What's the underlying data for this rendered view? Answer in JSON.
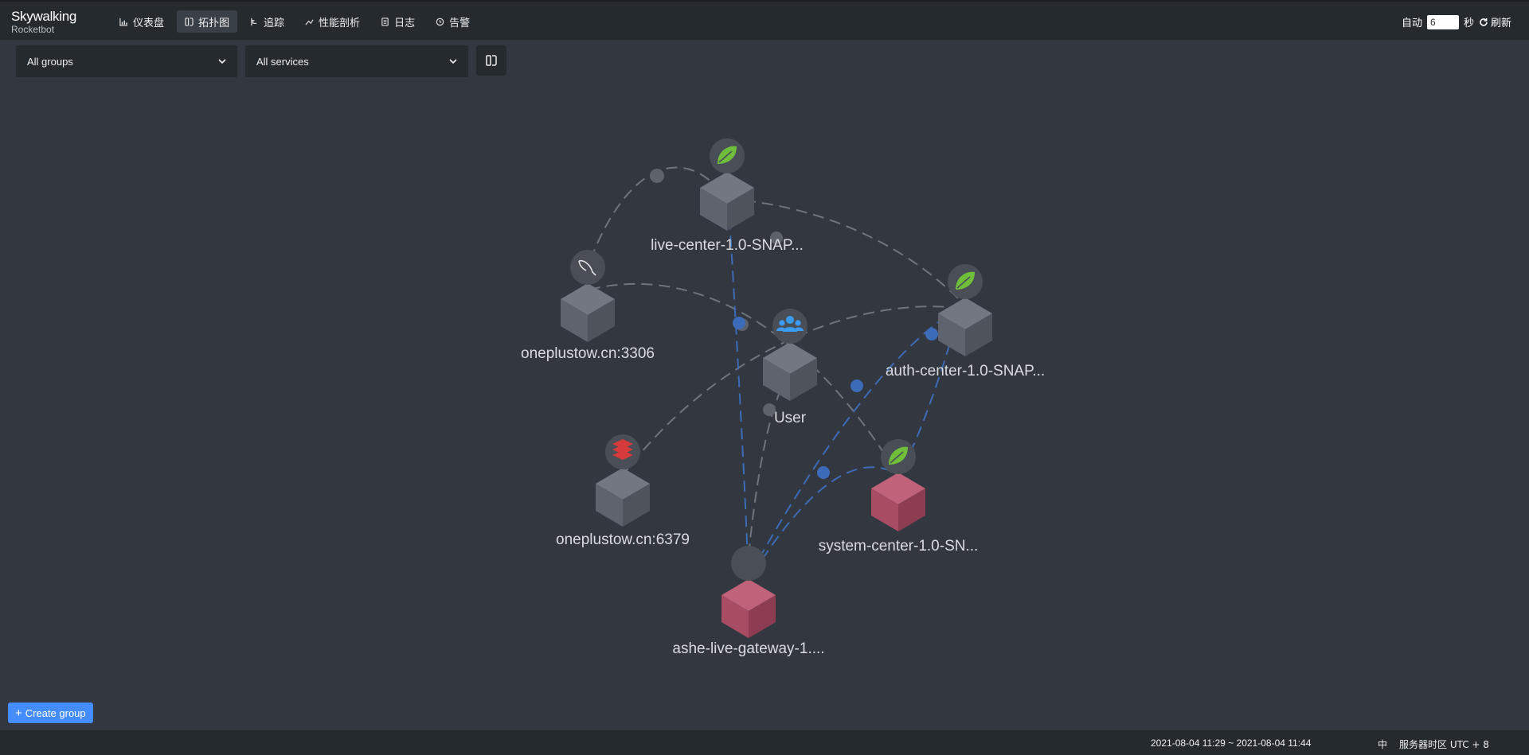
{
  "app": {
    "brand": "Skywalking",
    "sub": "Rocketbot"
  },
  "nav": [
    {
      "label": "仪表盘",
      "icon": "dashboard-icon"
    },
    {
      "label": "拓扑图",
      "icon": "topology-icon",
      "active": true
    },
    {
      "label": "追踪",
      "icon": "trace-icon"
    },
    {
      "label": "性能剖析",
      "icon": "profile-icon"
    },
    {
      "label": "日志",
      "icon": "log-icon"
    },
    {
      "label": "告警",
      "icon": "alarm-icon"
    }
  ],
  "refresh": {
    "auto_label": "自动",
    "interval_value": "6",
    "unit_label": "秒",
    "refresh_label": "刷新"
  },
  "filters": {
    "group_value": "All groups",
    "service_value": "All services"
  },
  "topology": {
    "nodes": [
      {
        "id": "live",
        "label": "live-center-1.0-SNAP...",
        "type": "spring",
        "healthy": true
      },
      {
        "id": "mysql",
        "label": "oneplustow.cn:3306",
        "type": "mysql",
        "healthy": true
      },
      {
        "id": "auth",
        "label": "auth-center-1.0-SNAP...",
        "type": "spring",
        "healthy": true
      },
      {
        "id": "user",
        "label": "User",
        "type": "user",
        "healthy": true
      },
      {
        "id": "redis",
        "label": "oneplustow.cn:6379",
        "type": "redis",
        "healthy": true
      },
      {
        "id": "system",
        "label": "system-center-1.0-SN...",
        "type": "spring",
        "healthy": false
      },
      {
        "id": "gateway",
        "label": "ashe-live-gateway-1....",
        "type": "gateway",
        "healthy": false
      }
    ],
    "colors": {
      "cube_normal": "#5b606a",
      "cube_error": "#a6485f",
      "link_server": "#6f747c",
      "link_client": "#3c6bb7",
      "spring": "#6fbf3b",
      "redis": "#d63a3a",
      "user": "#3a9bf0"
    }
  },
  "create_group_label": "Create group",
  "footer": {
    "time_range": "2021-08-04 11:29 ~ 2021-08-04 11:44",
    "lang": "中",
    "timezone": "服务器时区 UTC + 8"
  }
}
